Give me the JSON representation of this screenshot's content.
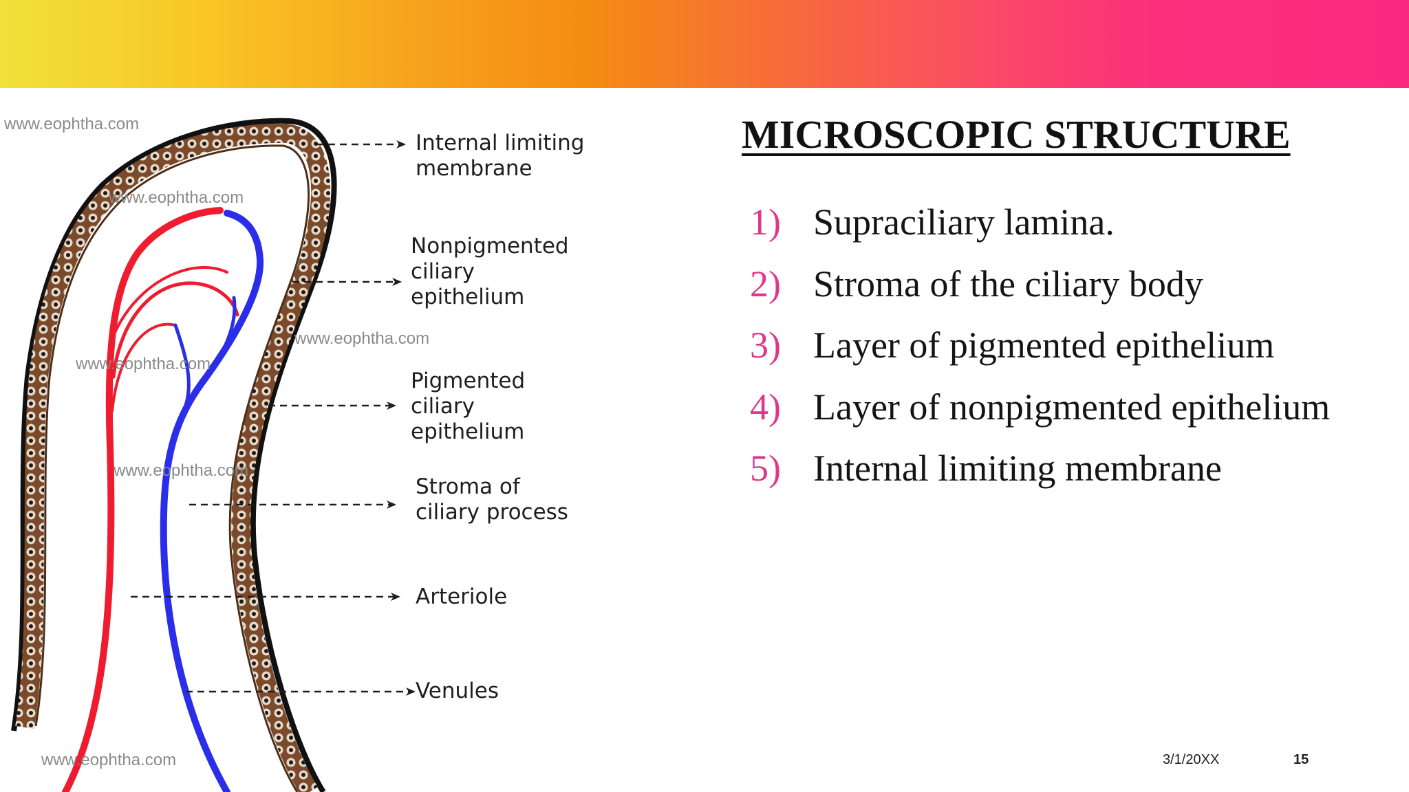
{
  "slide": {
    "title": "MICROSCOPIC STRUCTURE",
    "points": [
      {
        "num": "1)",
        "text": "Supraciliary lamina."
      },
      {
        "num": "2)",
        "text": "Stroma of the ciliary body"
      },
      {
        "num": "3)",
        "text": "Layer of pigmented epithelium"
      },
      {
        "num": "4)",
        "text": "Layer of nonpigmented epithelium"
      },
      {
        "num": "5)",
        "text": "Internal limiting membrane"
      }
    ],
    "date": "3/1/20XX",
    "page": "15"
  },
  "diagram": {
    "watermark": "www.eophtha.com",
    "labels": {
      "ilm": [
        "Internal limiting",
        "membrane"
      ],
      "npe": [
        "Nonpigmented",
        "ciliary",
        "epithelium"
      ],
      "pe": [
        "Pigmented",
        "ciliary",
        "epithelium"
      ],
      "stroma": [
        "Stroma of",
        "ciliary process"
      ],
      "arteriole": "Arteriole",
      "venules": "Venules"
    },
    "colors": {
      "arteriole": "#ee1c2e",
      "venule": "#2b2ee8",
      "pigment": "#7a4a2c",
      "outline": "#111111"
    }
  },
  "theme": {
    "accent": "#e0368c"
  }
}
